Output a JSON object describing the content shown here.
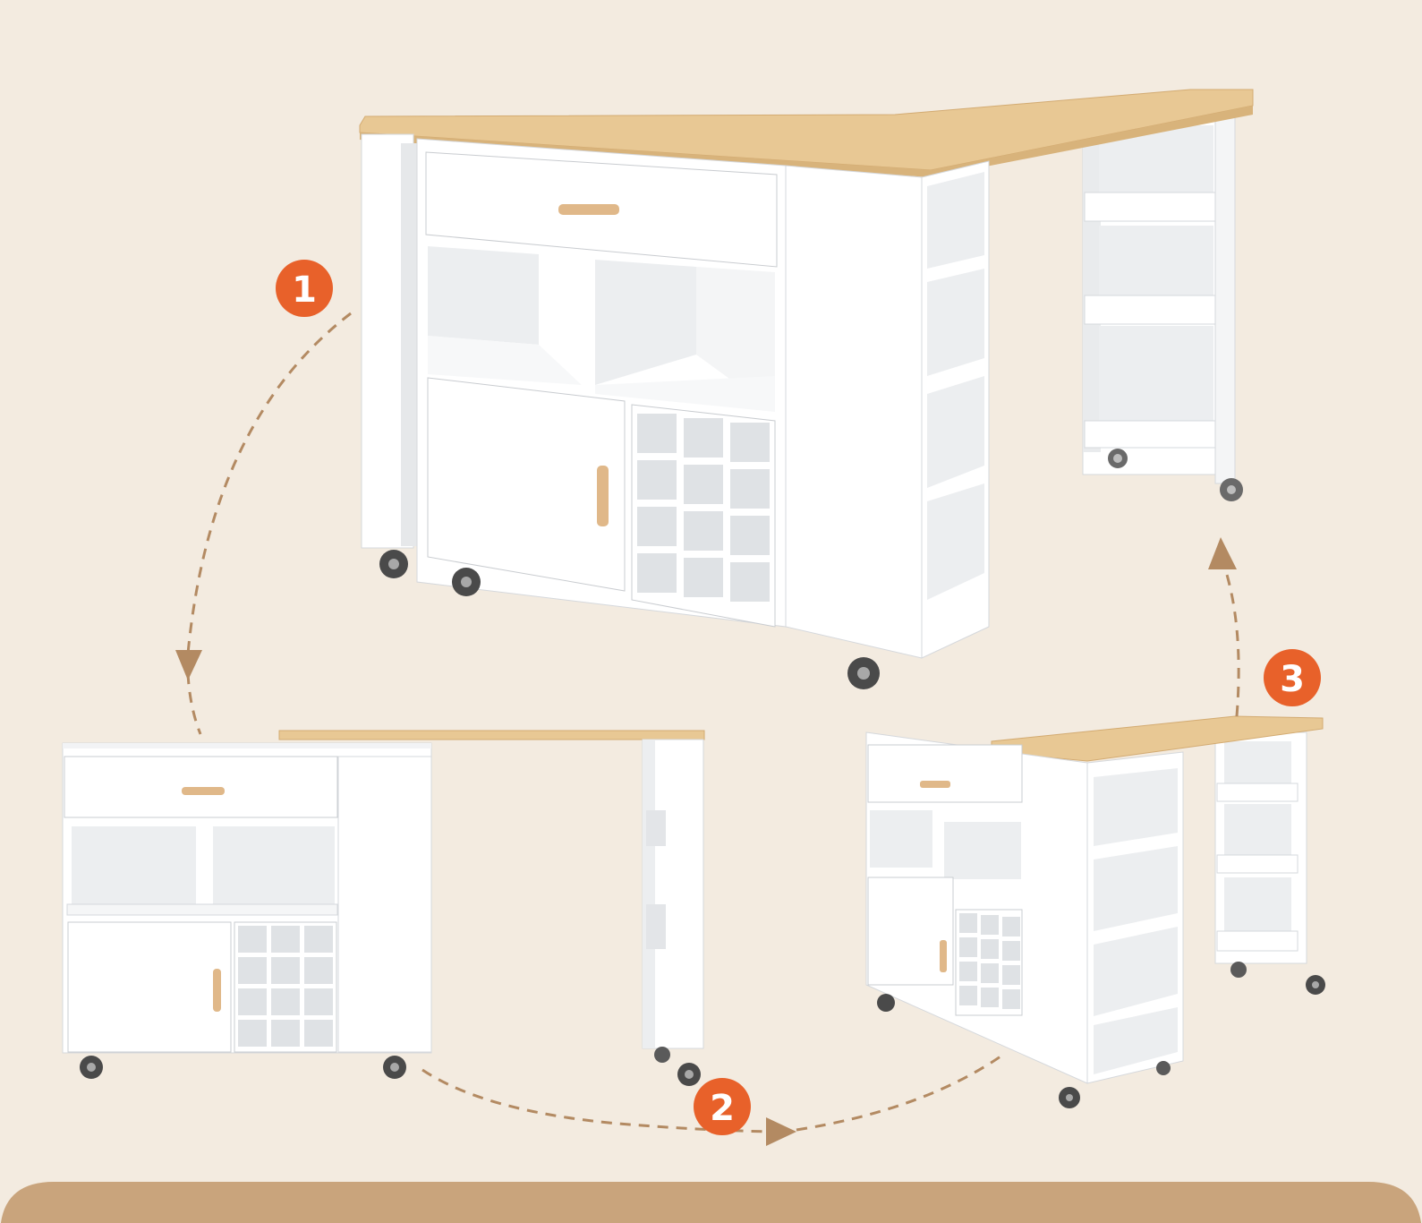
{
  "colors": {
    "background": "#f3ebe0",
    "footer_band": "#c9a47c",
    "step_badge": "#e8612a",
    "step_text": "#ffffff",
    "dashed_arrow": "#b38a62",
    "cabinet_white": "#ffffff",
    "cabinet_shadow": "#e4e6e8",
    "cabinet_edge": "#c9ccd0",
    "wood_top": "#e8c894",
    "wood_edge": "#d3ab72",
    "handle": "#e0b889",
    "caster": "#4a4a4a"
  },
  "steps": [
    {
      "label": "1"
    },
    {
      "label": "2"
    },
    {
      "label": "3"
    }
  ]
}
